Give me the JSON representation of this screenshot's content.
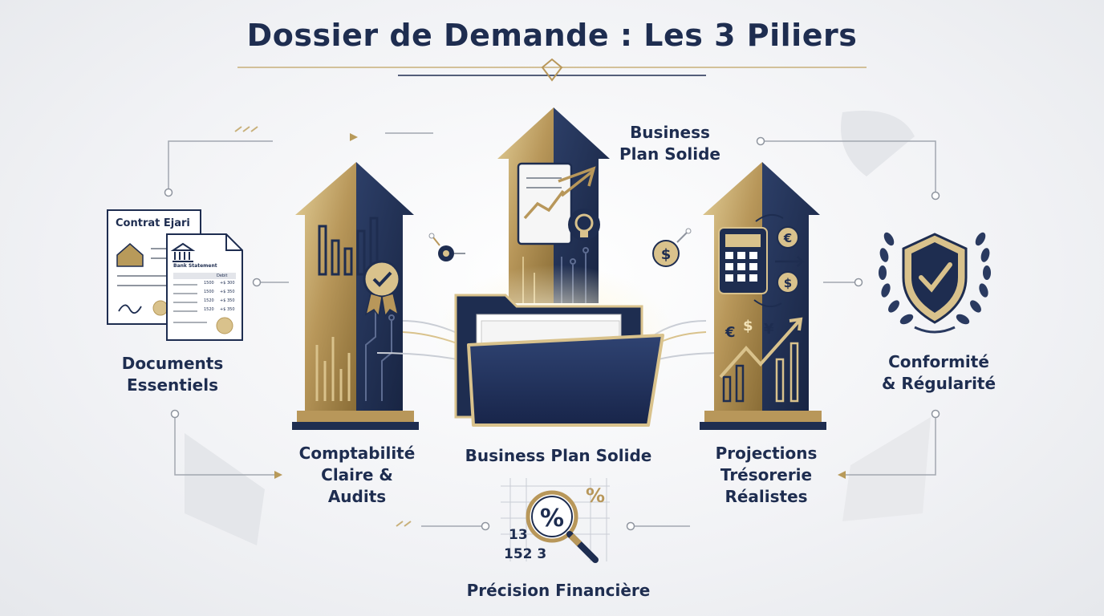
{
  "title": "Dossier de Demande : Les 3 Piliers",
  "labels": {
    "documents": [
      "Documents",
      "Essentiels"
    ],
    "conformite": [
      "Conformité",
      "& Régularité"
    ],
    "comptabilite": [
      "Comptabilité",
      "Claire &",
      "Audits"
    ],
    "business_center": "Business Plan Solide",
    "business_top": [
      "Business",
      "Plan Solide"
    ],
    "projections": [
      "Projections",
      "Trésorerie",
      "Réalistes"
    ],
    "precision": "Précision Financière"
  },
  "documents_art": {
    "contract_title": "Contrat Ejari",
    "bank_title": "Bank Statement",
    "bank_header": "Debit",
    "bank_rows": [
      "1500",
      "1500",
      "1520",
      "1520"
    ],
    "bank_values": [
      "+$ 300",
      "+$ 350",
      "+$ 350",
      "+$ 350"
    ]
  },
  "precision_art": {
    "numbers": [
      "13",
      "152 3"
    ],
    "percent": "%"
  },
  "currency_symbols": [
    "€",
    "$",
    "¥"
  ],
  "colors": {
    "navy": "#1e2d50",
    "gold": "#b89a5a",
    "gold_light": "#d9c28c",
    "grey_line": "#9aa0aa"
  }
}
